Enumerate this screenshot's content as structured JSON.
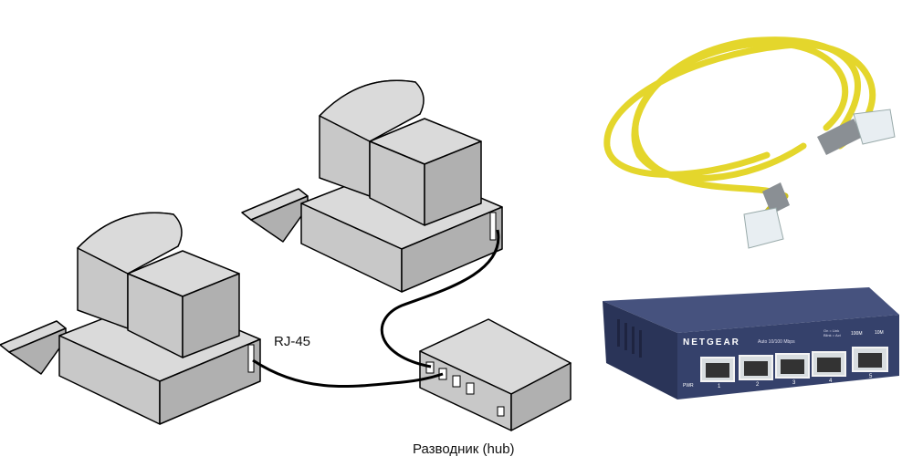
{
  "labels": {
    "connector": "RJ-45",
    "hub": "Разводник (hub)"
  },
  "switch": {
    "brand": "NETGEAR",
    "model": "Auto 10/100 Mbps",
    "led_legend_1": "On = Link",
    "led_legend_2": "Blink = Act",
    "speed_100": "100M",
    "speed_10": "10M",
    "power": "PWR",
    "ports": [
      "1",
      "2",
      "3",
      "4",
      "5"
    ]
  },
  "colors": {
    "cable": "#e4d62c",
    "switch_body": "#35416b",
    "device_gray": "#c8c8c8"
  }
}
